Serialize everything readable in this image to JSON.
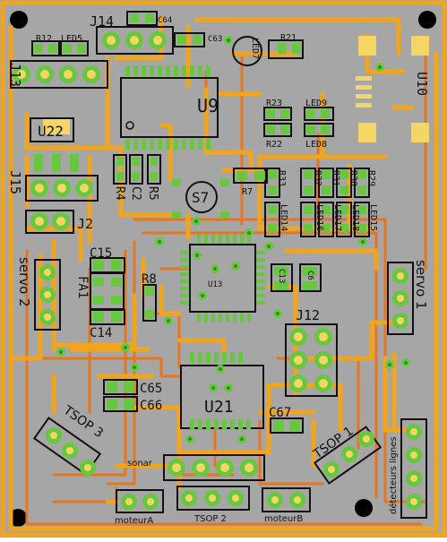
{
  "board": {
    "colors": {
      "substrate": "#a6a6a6",
      "trace_top": "#f2a51a",
      "trace_bottom": "#e5761e",
      "pad": "#67c840",
      "pad_hole": "#3a8a20",
      "silk": "#111111",
      "mount_hole": "#000000",
      "copper_pour": "#f5d563"
    },
    "components": {
      "j14": "J14",
      "j13": "J13",
      "j15": "J15",
      "j2": "J2",
      "j12": "J12",
      "u9": "U9",
      "u10": "U10",
      "u22": "U22",
      "u13": "U13",
      "u21": "U21",
      "r12": "R12",
      "r21": "R21",
      "r23": "R23",
      "r22": "R22",
      "r7": "R7",
      "r4": "R4",
      "r5": "R5",
      "r8": "R8",
      "r33": "R33",
      "r32": "R32",
      "r31": "R31",
      "r30": "R30",
      "r29": "R29",
      "led5": "LED5",
      "led7": "LED7",
      "led9": "LED9",
      "led8": "LED8",
      "led14": "LED14",
      "led16": "LED16",
      "led17": "LED17",
      "led18": "LED18",
      "led15": "LED15",
      "c2": "C2",
      "c6": "C6",
      "c15": "C15",
      "c14": "C14",
      "c13": "C13",
      "c63": "C63",
      "c64": "C64",
      "c65": "C65",
      "c66": "C66",
      "c67": "C67",
      "fa1": "FA1",
      "s7": "S7"
    },
    "labels": {
      "servo2": "servo 2",
      "servo1": "servo 1",
      "tsop3": "TSOP 3",
      "tsop1": "TSOP 1",
      "tsop2": "TSOP 2",
      "sonar": "sonar",
      "moteurA": "moteurA",
      "moteurB": "moteurB",
      "detecteurs": "détecteurs lignes"
    }
  }
}
